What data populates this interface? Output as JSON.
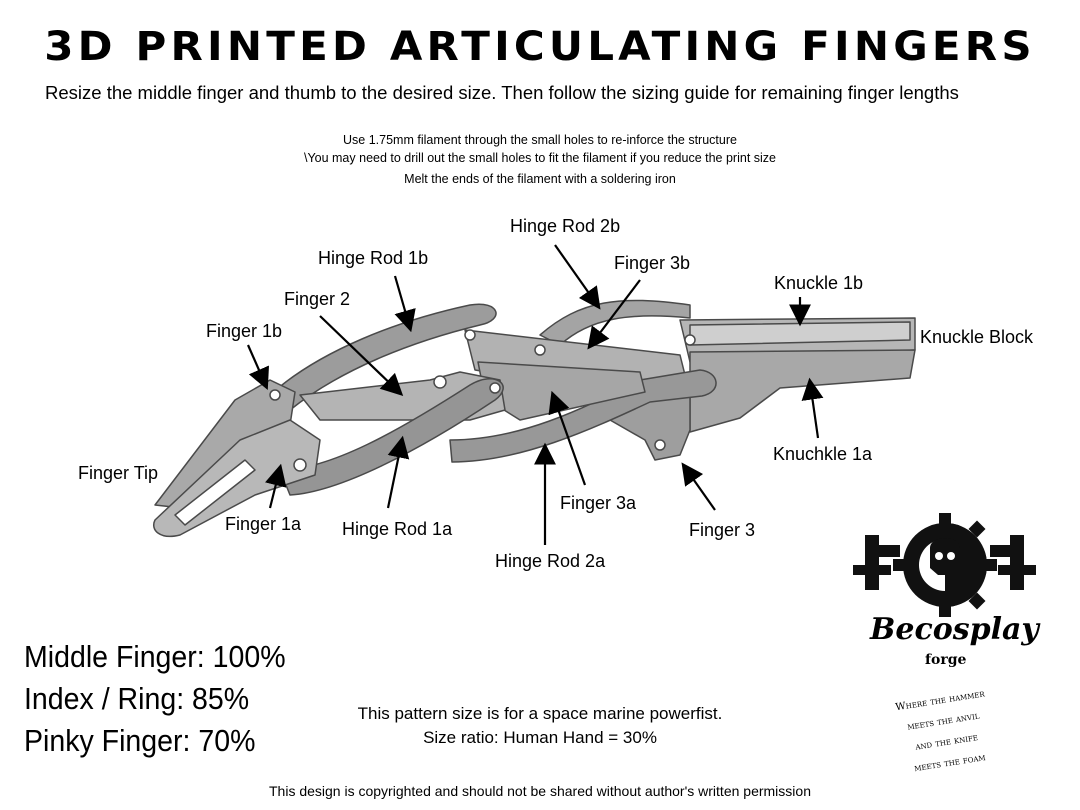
{
  "title": "3D PRINTED ARTICULATING FINGERS",
  "subtitle": "Resize the middle finger and thumb to the desired size. Then follow the sizing guide for remaining finger lengths",
  "notes": [
    "Use 1.75mm filament through the small holes to re-inforce the structure",
    "\\You may need to drill out the small holes to fit the filament if you reduce the print size",
    "Melt the ends of the filament with a soldering iron"
  ],
  "labels": {
    "hinge_rod_2b": "Hinge Rod 2b",
    "hinge_rod_1b": "Hinge Rod 1b",
    "finger_3b": "Finger 3b",
    "knuckle_1b": "Knuckle 1b",
    "finger_2": "Finger 2",
    "knuckle_block": "Knuckle Block",
    "finger_1b": "Finger 1b",
    "finger_tip": "Finger Tip",
    "knuchkle_1a": "Knuchkle 1a",
    "finger_3a": "Finger 3a",
    "finger_1a": "Finger 1a",
    "hinge_rod_1a": "Hinge Rod 1a",
    "finger_3": "Finger 3",
    "hinge_rod_2a": "Hinge Rod 2a"
  },
  "sizing": [
    "Middle Finger: 100%",
    "Index / Ring: 85%",
    "Pinky Finger: 70%"
  ],
  "pattern_note": [
    "This pattern size is for a space marine powerfist.",
    "Size ratio: Human Hand = 30%"
  ],
  "logo": {
    "brand": "Becosplay",
    "sub": "forge",
    "motto": [
      "Where the hammer",
      "meets the anvil",
      "and the knife",
      "meets the foam"
    ]
  },
  "footer": "This design is copyrighted and should not be shared without author's written permission",
  "colors": {
    "part_fill": "#9a9a9a",
    "part_light": "#c4c4c4",
    "part_stroke": "#4a4a4a",
    "text": "#000000"
  }
}
